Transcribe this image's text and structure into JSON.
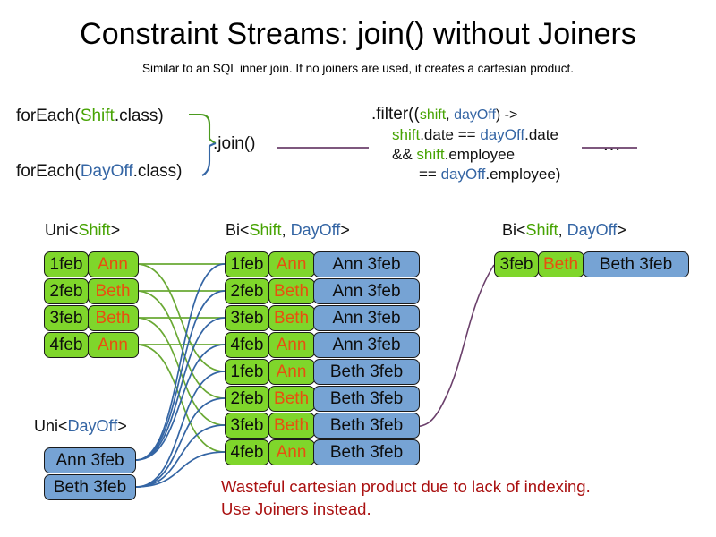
{
  "title": "Constraint Streams: join() without Joiners",
  "subtitle": "Similar to an SQL inner join. If no joiners are used, it creates a cartesian product.",
  "code": {
    "for_each_shift_pre": "forEach(",
    "for_each_shift_type": "Shift",
    "for_each_shift_post": ".class)",
    "for_each_dayoff_pre": "forEach(",
    "for_each_dayoff_type": "DayOff",
    "for_each_dayoff_post": ".class)",
    "join_label": ".join()",
    "filter": {
      "line1_a": ".filter((",
      "line1_shift": "shift",
      "line1_comma": ", ",
      "line1_dayoff": "dayOff",
      "line1_b": ") ->",
      "line2_shift": "shift",
      "line2_a": ".date == ",
      "line2_dayoff": "dayOff",
      "line2_b": ".date",
      "line3_a": "&& ",
      "line3_shift": "shift",
      "line3_b": ".employee",
      "line4_a": "== ",
      "line4_dayoff": "dayOff",
      "line4_b": ".employee)"
    },
    "ellipsis": "…"
  },
  "headers": {
    "uni_shift": {
      "pre": "Uni<",
      "type": "Shift",
      "post": ">"
    },
    "bi_middle": {
      "pre": "Bi<",
      "type_a": "Shift",
      "sep": ", ",
      "type_b": "DayOff",
      "post": ">"
    },
    "bi_right": {
      "pre": "Bi<",
      "type_a": "Shift",
      "sep": ", ",
      "type_b": "DayOff",
      "post": ">"
    },
    "uni_dayoff": {
      "pre": "Uni<",
      "type": "DayOff",
      "post": ">"
    }
  },
  "uni_shift_rows": [
    {
      "date": "1feb",
      "name": "Ann"
    },
    {
      "date": "2feb",
      "name": "Beth"
    },
    {
      "date": "3feb",
      "name": "Beth"
    },
    {
      "date": "4feb",
      "name": "Ann"
    }
  ],
  "uni_dayoff_rows": [
    {
      "dayoff": "Ann 3feb"
    },
    {
      "dayoff": "Beth 3feb"
    }
  ],
  "bi_rows": [
    {
      "date": "1feb",
      "name": "Ann",
      "dayoff": "Ann 3feb"
    },
    {
      "date": "2feb",
      "name": "Beth",
      "dayoff": "Ann 3feb"
    },
    {
      "date": "3feb",
      "name": "Beth",
      "dayoff": "Ann 3feb"
    },
    {
      "date": "4feb",
      "name": "Ann",
      "dayoff": "Ann 3feb"
    },
    {
      "date": "1feb",
      "name": "Ann",
      "dayoff": "Beth 3feb"
    },
    {
      "date": "2feb",
      "name": "Beth",
      "dayoff": "Beth 3feb"
    },
    {
      "date": "3feb",
      "name": "Beth",
      "dayoff": "Beth 3feb"
    },
    {
      "date": "4feb",
      "name": "Ann",
      "dayoff": "Beth 3feb"
    }
  ],
  "result_row": {
    "date": "3feb",
    "name": "Beth",
    "dayoff": "Beth 3feb"
  },
  "note": {
    "line1": "Wasteful cartesian product due to lack of indexing.",
    "line2": "Use Joiners instead."
  },
  "colors": {
    "shift_green": "#7fd62b",
    "dayoff_blue": "#76a3d4",
    "type_green": "#46a302",
    "type_blue": "#3465a4",
    "name_orange": "#e8500f",
    "note_red": "#aa1111",
    "wire_green": "#6aa934",
    "wire_blue": "#3465a4",
    "wire_purple": "#6b406b"
  }
}
